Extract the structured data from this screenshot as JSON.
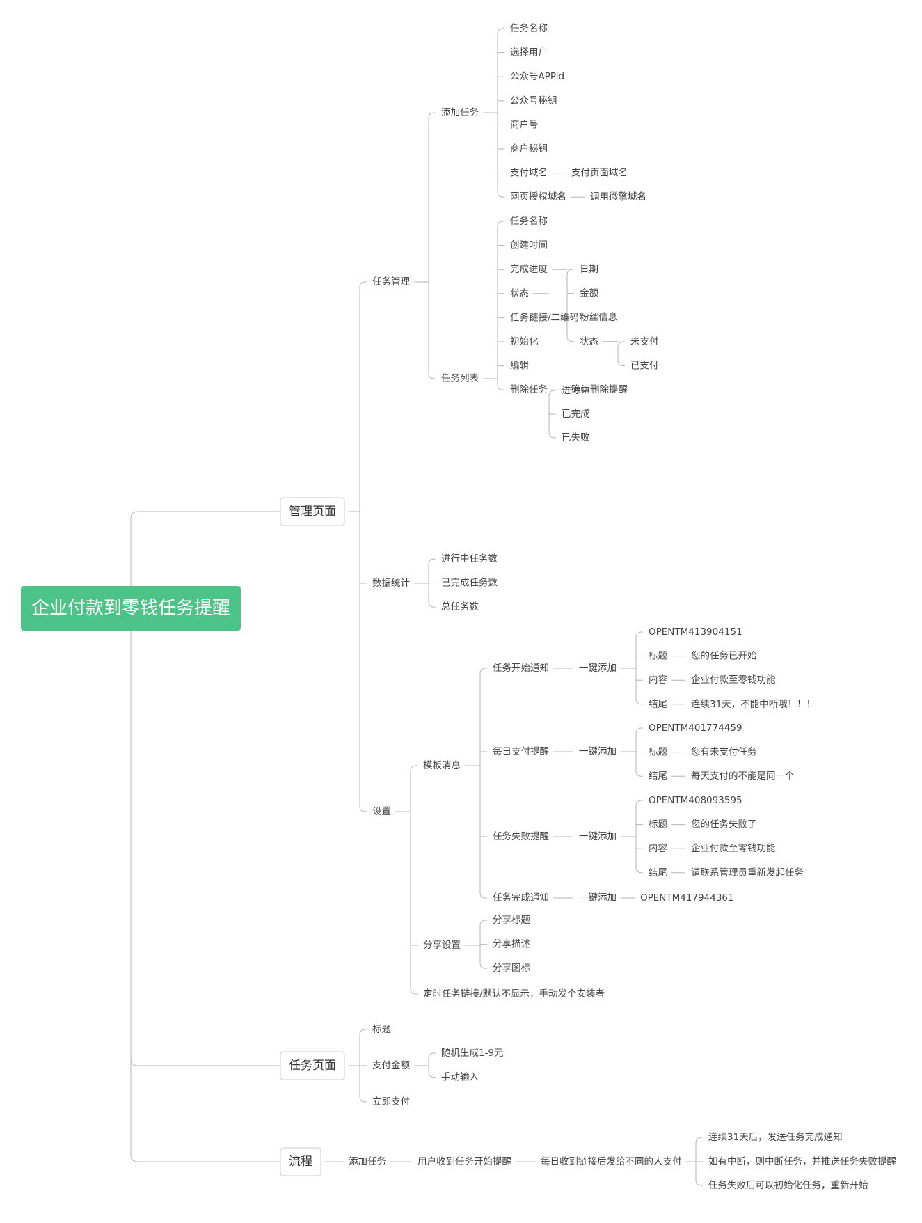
{
  "root": {
    "text": "企业付款到零钱任务提醒",
    "children": [
      {
        "text": "管理页面",
        "children": [
          {
            "text": "任务管理",
            "children": [
              {
                "text": "添加任务",
                "children": [
                  {
                    "text": "任务名称"
                  },
                  {
                    "text": "选择用户"
                  },
                  {
                    "text": "公众号APPid"
                  },
                  {
                    "text": "公众号秘钥"
                  },
                  {
                    "text": "商户号"
                  },
                  {
                    "text": "商户秘钥"
                  },
                  {
                    "text": "支付域名",
                    "children": [
                      {
                        "text": "支付页面域名"
                      }
                    ]
                  },
                  {
                    "text": "网页授权域名",
                    "children": [
                      {
                        "text": "调用微擎域名"
                      }
                    ]
                  }
                ]
              },
              {
                "text": "任务列表",
                "children": [
                  {
                    "text": "任务名称"
                  },
                  {
                    "text": "创建时间"
                  },
                  {
                    "text": "完成进度",
                    "children": [
                      {
                        "text": "日期"
                      },
                      {
                        "text": "金额"
                      },
                      {
                        "text": "粉丝信息"
                      },
                      {
                        "text": "状态",
                        "children": [
                          {
                            "text": "未支付"
                          },
                          {
                            "text": "已支付"
                          }
                        ]
                      }
                    ]
                  },
                  {
                    "text": "状态",
                    "children": [
                      {
                        "text": "进行中"
                      },
                      {
                        "text": "已完成"
                      },
                      {
                        "text": "已失败"
                      }
                    ]
                  },
                  {
                    "text": "任务链接/二维码"
                  },
                  {
                    "text": "初始化"
                  },
                  {
                    "text": "编辑"
                  },
                  {
                    "text": "删除任务",
                    "children": [
                      {
                        "text": "确认删除提醒"
                      }
                    ]
                  }
                ]
              }
            ]
          },
          {
            "text": "数据统计",
            "children": [
              {
                "text": "进行中任务数"
              },
              {
                "text": "已完成任务数"
              },
              {
                "text": "总任务数"
              }
            ]
          },
          {
            "text": "设置",
            "children": [
              {
                "text": "模板消息",
                "children": [
                  {
                    "text": "任务开始通知",
                    "children": [
                      {
                        "text": "一键添加",
                        "children": [
                          {
                            "text": "OPENTM413904151"
                          },
                          {
                            "text": "标题",
                            "children": [
                              {
                                "text": "您的任务已开始"
                              }
                            ]
                          },
                          {
                            "text": "内容",
                            "children": [
                              {
                                "text": "企业付款至零钱功能"
                              }
                            ]
                          },
                          {
                            "text": "结尾",
                            "children": [
                              {
                                "text": "连续31天，不能中断哦！！！"
                              }
                            ]
                          }
                        ]
                      }
                    ]
                  },
                  {
                    "text": "每日支付提醒",
                    "children": [
                      {
                        "text": "一键添加",
                        "children": [
                          {
                            "text": "OPENTM401774459"
                          },
                          {
                            "text": "标题",
                            "children": [
                              {
                                "text": "您有未支付任务"
                              }
                            ]
                          },
                          {
                            "text": "结尾",
                            "children": [
                              {
                                "text": "每天支付的不能是同一个"
                              }
                            ]
                          }
                        ]
                      }
                    ]
                  },
                  {
                    "text": "任务失败提醒",
                    "children": [
                      {
                        "text": "一键添加",
                        "children": [
                          {
                            "text": "OPENTM408093595"
                          },
                          {
                            "text": "标题",
                            "children": [
                              {
                                "text": "您的任务失败了"
                              }
                            ]
                          },
                          {
                            "text": "内容",
                            "children": [
                              {
                                "text": "企业付款至零钱功能"
                              }
                            ]
                          },
                          {
                            "text": "结尾",
                            "children": [
                              {
                                "text": "请联系管理员重新发起任务"
                              }
                            ]
                          }
                        ]
                      }
                    ]
                  },
                  {
                    "text": "任务完成通知",
                    "children": [
                      {
                        "text": "一键添加",
                        "children": [
                          {
                            "text": "OPENTM417944361"
                          }
                        ]
                      }
                    ]
                  }
                ]
              },
              {
                "text": "分享设置",
                "children": [
                  {
                    "text": "分享标题"
                  },
                  {
                    "text": "分享描述"
                  },
                  {
                    "text": "分享图标"
                  }
                ]
              },
              {
                "text": "定时任务链接/默认不显示，手动发个安装者"
              }
            ]
          }
        ]
      },
      {
        "text": "任务页面",
        "children": [
          {
            "text": "标题"
          },
          {
            "text": "支付金额",
            "children": [
              {
                "text": "随机生成1-9元"
              },
              {
                "text": "手动输入"
              }
            ]
          },
          {
            "text": "立即支付"
          }
        ]
      },
      {
        "text": "流程",
        "children": [
          {
            "text": "添加任务",
            "children": [
              {
                "text": "用户收到任务开始提醒",
                "children": [
                  {
                    "text": "每日收到链接后发给不同的人支付",
                    "children": [
                      {
                        "text": "连续31天后，发送任务完成通知"
                      },
                      {
                        "text": "如有中断，则中断任务，并推送任务失败提醒"
                      },
                      {
                        "text": "任务失败后可以初始化任务，重新开始"
                      }
                    ]
                  }
                ]
              }
            ]
          }
        ]
      }
    ]
  },
  "colors": {
    "root_fill": "#4cc487",
    "line": "#b5b5b5",
    "box_border": "#cccccc",
    "text": "#444444"
  }
}
